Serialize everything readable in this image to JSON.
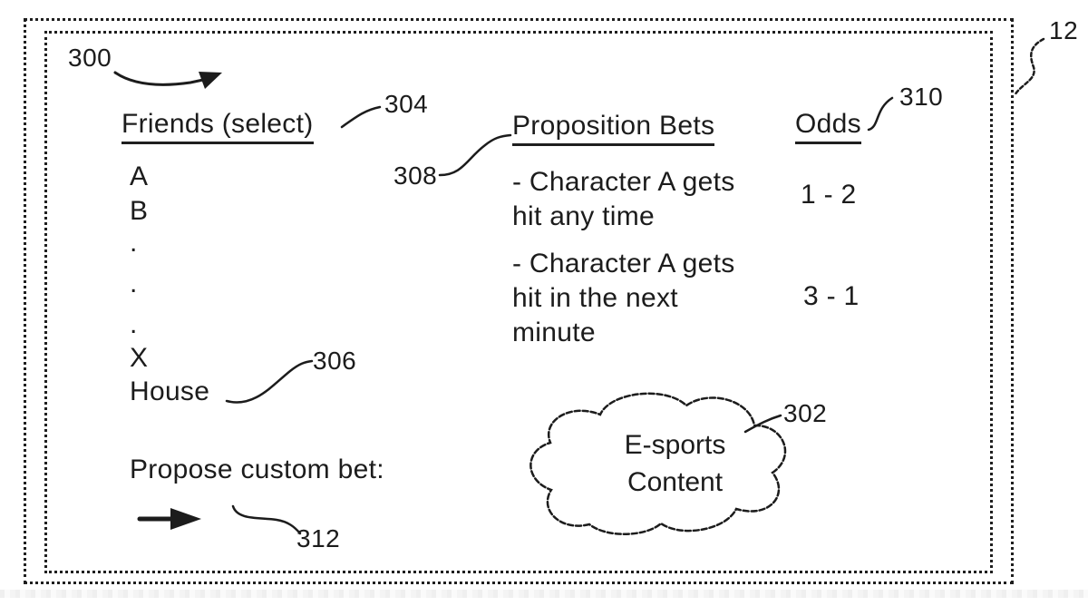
{
  "colors": {
    "ink": "#1c1c1c",
    "background": "#ffffff"
  },
  "refs": {
    "screen": "12",
    "interface": "300",
    "friends_heading": "304",
    "house": "306",
    "proposition_heading": "308",
    "odds_heading": "310",
    "esports_content": "302",
    "custom_bet": "312"
  },
  "friends": {
    "heading": "Friends (select)",
    "items": [
      "A",
      "B",
      ".",
      ".",
      ".",
      "X",
      "House"
    ]
  },
  "propositions": {
    "heading": "Proposition Bets",
    "bets": [
      {
        "text": "- Character A gets hit any time",
        "odds": "1 - 2"
      },
      {
        "text": "- Character A gets hit in the next minute",
        "odds": "3 - 1"
      }
    ]
  },
  "odds": {
    "heading": "Odds"
  },
  "cloud": {
    "line1": "E-sports",
    "line2": "Content"
  },
  "custom_bet": {
    "label": "Propose custom bet:"
  }
}
